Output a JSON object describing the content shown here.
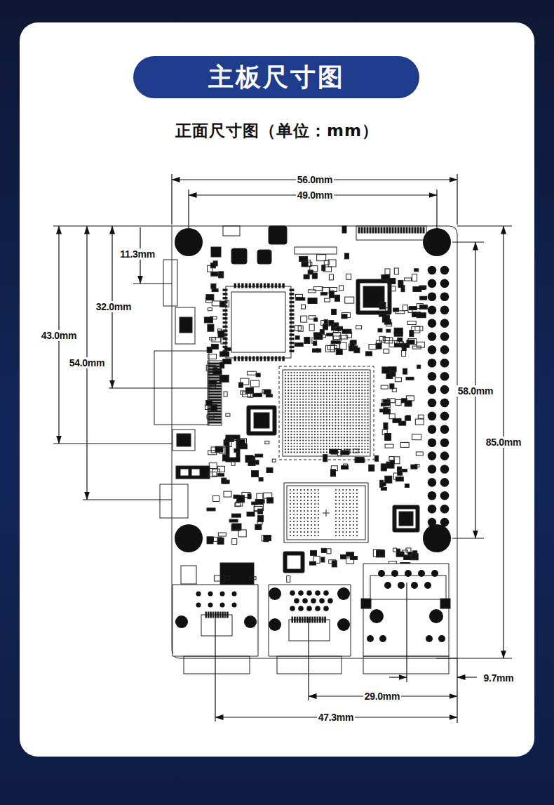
{
  "diagram": {
    "title": "主板尺寸图",
    "labels": [
      "正面尺寸图（单位：mm）",
      "56.0mm",
      "49.0mm",
      "11.3mm",
      "32.0mm",
      "43.0mm",
      "54.0mm",
      "58.0mm",
      "85.0mm",
      "9.7mm",
      "29.0mm",
      "47.3mm"
    ]
  }
}
